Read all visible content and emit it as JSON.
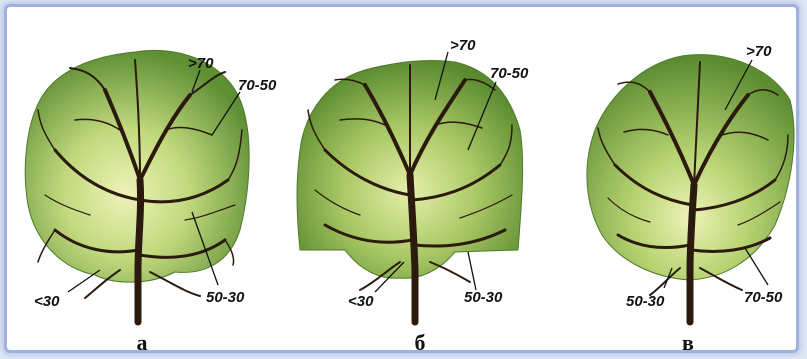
{
  "trees": [
    {
      "id": "a",
      "caption": "а",
      "zones": {
        "top": ">70",
        "upper_mid": "70-50",
        "lower_right": "50-30",
        "lower_left": "<30"
      }
    },
    {
      "id": "b",
      "caption": "б",
      "zones": {
        "top": ">70",
        "upper_mid": "70-50",
        "lower_right": "50-30",
        "lower_left": "<30"
      }
    },
    {
      "id": "v",
      "caption": "в",
      "zones": {
        "top": ">70",
        "lower_left": "50-30",
        "lower_right": "70-50"
      }
    }
  ],
  "colors": {
    "crown_dark": "#5f8f35",
    "crown_mid": "#9cbf5e",
    "crown_light": "#eef3b8",
    "trunk": "#2b1a0d",
    "frame_border": "#9fb2dc"
  }
}
